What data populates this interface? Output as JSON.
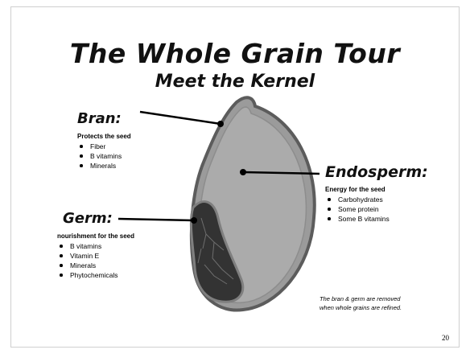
{
  "slide": {
    "title": "The Whole Grain Tour",
    "subtitle": "Meet the Kernel",
    "page_number": "20"
  },
  "parts": {
    "bran": {
      "heading": "Bran:",
      "description": "Protects the seed",
      "items": [
        "Fiber",
        "B vitamins",
        "Minerals"
      ]
    },
    "endosperm": {
      "heading": "Endosperm:",
      "description": "Energy for the seed",
      "items": [
        "Carbohydrates",
        "Some protein",
        "Some B vitamins"
      ]
    },
    "germ": {
      "heading": "Germ:",
      "description": "nourishment for the seed",
      "items": [
        "B vitamins",
        "Vitamin E",
        "Minerals",
        "Phytochemicals"
      ]
    }
  },
  "note": {
    "line1": "The bran & germ are removed",
    "line2": "when whole grains are refined."
  },
  "colors": {
    "bran_outline": "#5c5c5c",
    "bran_fill": "#9b9b9b",
    "endosperm": "#ababab",
    "germ": "#333333"
  }
}
